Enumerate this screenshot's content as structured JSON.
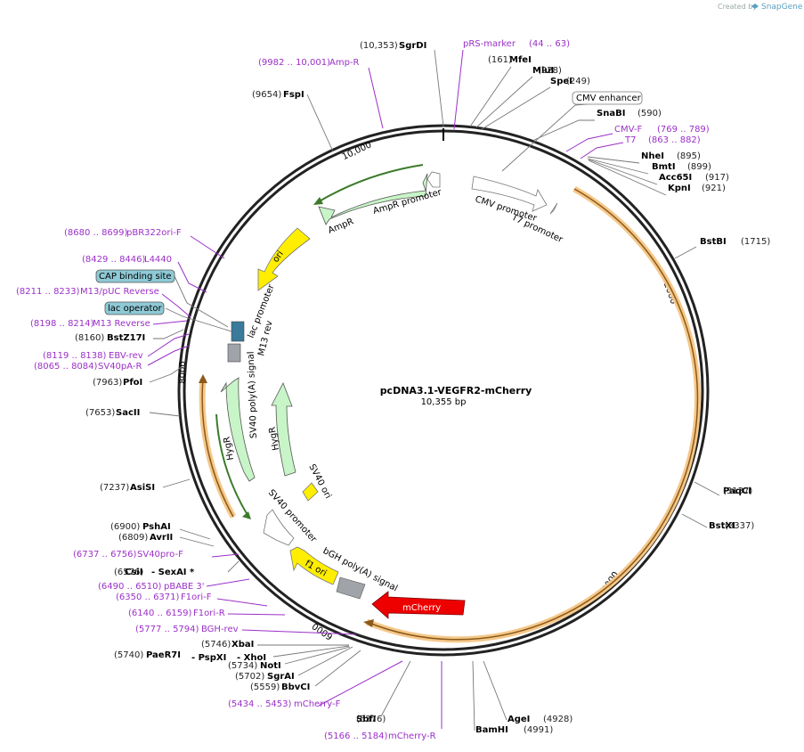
{
  "watermark": {
    "created_by": "Created by",
    "brand": "SnapGene"
  },
  "plasmid": {
    "name": "pcDNA3.1-VEGFR2-mCherry",
    "length": "10,355 bp",
    "total": 10355
  },
  "tick_labels": [
    "2000",
    "4000",
    "6000",
    "8000",
    "10,000"
  ],
  "site_labels": [
    {
      "pos": "(10,353)",
      "name": "SgrDI"
    },
    {
      "pos": "(161)",
      "name": "MfeI"
    },
    {
      "pos": "(228)",
      "name": "MluI"
    },
    {
      "pos": "(249)",
      "name": "SpeI"
    },
    {
      "pos": "(590)",
      "name": "SnaBI"
    },
    {
      "pos": "(895)",
      "name": "NheI"
    },
    {
      "pos": "(899)",
      "name": "BmtI"
    },
    {
      "pos": "(917)",
      "name": "Acc65I"
    },
    {
      "pos": "(921)",
      "name": "KpnI"
    },
    {
      "pos": "(1715)",
      "name": "BstBI"
    },
    {
      "pos": "(3137)",
      "name": "PaqCI"
    },
    {
      "pos": "(3337)",
      "name": "BstXI"
    },
    {
      "pos": "(4928)",
      "name": "AgeI"
    },
    {
      "pos": "(4991)",
      "name": "BamHI"
    },
    {
      "pos": "(5376)",
      "name": "SbfI"
    },
    {
      "pos": "(5559)",
      "name": "BbvCI"
    },
    {
      "pos": "(5702)",
      "name": "SgrAI"
    },
    {
      "pos": "(5734)",
      "name": "NotI"
    },
    {
      "pos": "(5740)",
      "name": "PaeR7I"
    },
    {
      "pos": "(5746)",
      "name": "XbaI"
    },
    {
      "pos": "(6576)",
      "name": "CsiI"
    },
    {
      "pos": "(6809)",
      "name": "AvrII"
    },
    {
      "pos": "(6900)",
      "name": "PshAI"
    },
    {
      "pos": "(7237)",
      "name": "AsiSI"
    },
    {
      "pos": "(7653)",
      "name": "SacII"
    },
    {
      "pos": "(7963)",
      "name": "PfoI"
    },
    {
      "pos": "(8160)",
      "name": "BstZ17I"
    },
    {
      "pos": "(9654)",
      "name": "FspI"
    }
  ],
  "extra_enzyme_text": {
    "pspxi": "- PspXI",
    "xhoi": "- XhoI",
    "sexai": "- SexAI *"
  },
  "primer_labels": [
    {
      "range": "(44 .. 63)",
      "name": "pRS-marker"
    },
    {
      "range": "(9982 .. 10,001)",
      "name": "Amp-R"
    },
    {
      "range": "(769 .. 789)",
      "name": "CMV-F"
    },
    {
      "range": "(863 .. 882)",
      "name": "T7"
    },
    {
      "range": "(8680 .. 8699)",
      "name": "pBR322ori-F"
    },
    {
      "range": "(8429 .. 8446)",
      "name": "L4440"
    },
    {
      "range": "(8211 .. 8233)",
      "name": "M13/pUC Reverse"
    },
    {
      "range": "(8198 .. 8214)",
      "name": "M13 Reverse"
    },
    {
      "range": "(8119 .. 8138)",
      "name": "EBV-rev"
    },
    {
      "range": "(8065 .. 8084)",
      "name": "SV40pA-R"
    },
    {
      "range": "(6737 .. 6756)",
      "name": "SV40pro-F"
    },
    {
      "range": "(6490 .. 6510)",
      "name": "pBABE 3'"
    },
    {
      "range": "(6350 .. 6371)",
      "name": "F1ori-F"
    },
    {
      "range": "(6140 .. 6159)",
      "name": "F1ori-R"
    },
    {
      "range": "(5777 .. 5794)",
      "name": "BGH-rev"
    },
    {
      "range": "(5434 .. 5453)",
      "name": "mCherry-F"
    },
    {
      "range": "(5166 .. 5184)",
      "name": "mCherry-R"
    }
  ],
  "boxed_features": {
    "cmv_enhancer": "CMV enhancer",
    "cap_site": "CAP binding site",
    "lac_operator": "lac operator"
  },
  "feature_labels": {
    "ampr_promoter": "AmpR promoter",
    "ampr": "AmpR",
    "cmv_promoter": "CMV promoter",
    "t7_promoter": "T7 promoter",
    "ori": "ori",
    "lac_promoter": "lac promoter",
    "m13_rev": "M13 rev",
    "sv40_polya": "SV40 poly(A) signal",
    "hygr_outer": "HygR",
    "hygr_inner": "HygR",
    "sv40_ori": "SV40 ori",
    "sv40_promoter": "SV40 promoter",
    "f1_ori": "f1 ori",
    "bgh_polya": "bGH poly(A) signal",
    "mcherry": "mCherry"
  },
  "colors": {
    "backbone": "#222222",
    "primer": "#9b30c8",
    "orf_green": "#c8f5c8",
    "ori_yellow": "#ffee00",
    "mcherry_red": "#ee0000",
    "orf_highlight": "#f5c88a",
    "gray_signal": "#a0a4a8",
    "teal_box": "#8ec9d6"
  }
}
